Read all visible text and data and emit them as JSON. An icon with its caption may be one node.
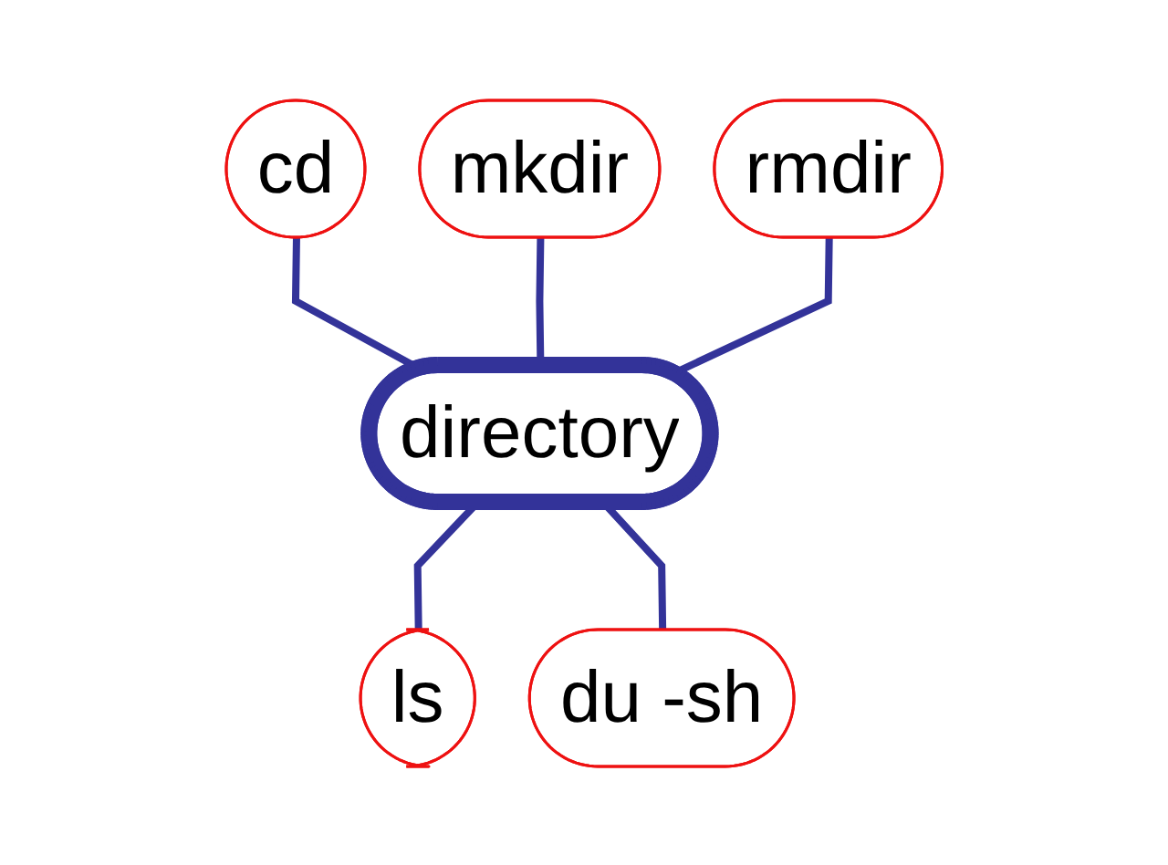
{
  "diagram": {
    "nodes": [
      {
        "text": [
          "mkdir"
        ]
      },
      {
        "text": [
          "cd"
        ]
      },
      {
        "text": [
          "rmdir"
        ]
      },
      {
        "text": [
          "directory"
        ]
      },
      {
        "text": [
          "ls"
        ]
      },
      {
        "text": [
          "du -sh"
        ]
      }
    ],
    "edges": [
      {
        "from": 1,
        "to": 3,
        "arrow": "none"
      },
      {
        "from": 0,
        "to": 3,
        "arrow": "none"
      },
      {
        "from": 2,
        "to": 3,
        "arrow": "none"
      },
      {
        "from": 3,
        "to": 4,
        "arrow": "none"
      },
      {
        "from": 3,
        "to": 5,
        "arrow": "none"
      }
    ]
  }
}
